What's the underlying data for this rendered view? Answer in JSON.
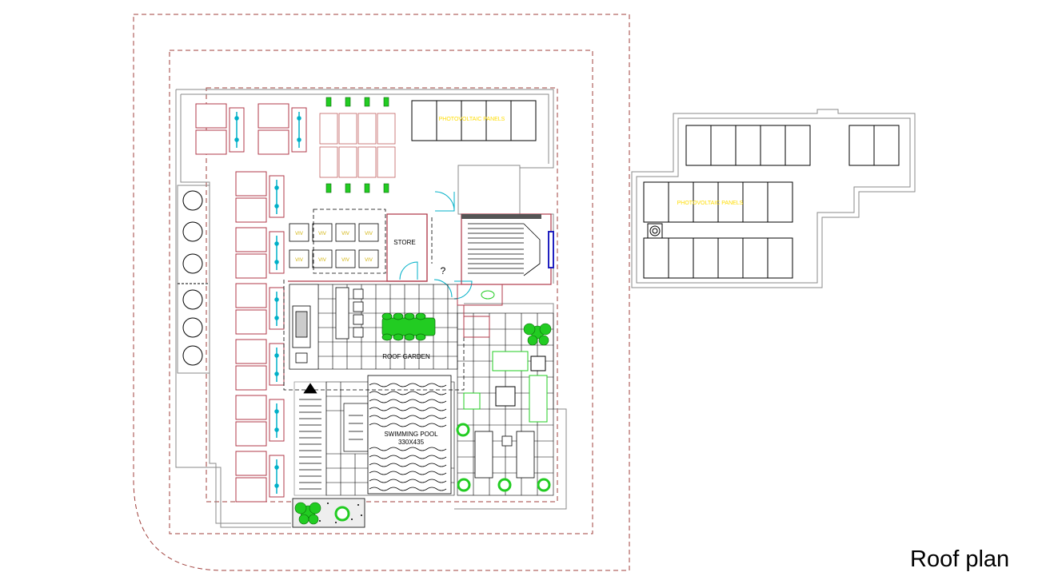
{
  "drawing": {
    "title": "Roof plan",
    "labels": {
      "pv_panels_main": "PHOTOVOLTAIC PANELS",
      "pv_panels_upper": "PHOTOVOLTAIC PANELS",
      "store": "STORE",
      "roof_garden": "ROOF GARDEN",
      "pool_name": "SWIMMING POOL",
      "pool_size": "330X435",
      "unknown_mark": "?",
      "planter_tag": "VIV"
    },
    "colors": {
      "boundary": "#a0403c",
      "wall": "#8a8a8a",
      "furniture": "#b03a4a",
      "greenery": "#22cc22",
      "door_swing": "#00b0c8",
      "pv_label": "#ffdd00",
      "glazing": "#2020c0",
      "line": "#000000"
    },
    "icons": [
      "tree-icon",
      "plant-pot-icon",
      "bench-icon",
      "dining-table-icon",
      "lounger-icon",
      "drain-icon"
    ]
  }
}
